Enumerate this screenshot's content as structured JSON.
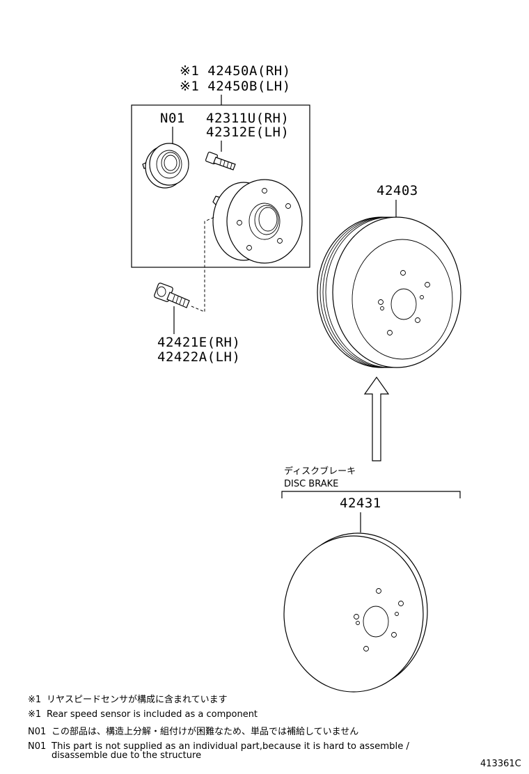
{
  "labels": {
    "hub_assy_rh": "※1 42450A(RH)",
    "hub_assy_lh": "※1 42450B(LH)",
    "n01": "N01",
    "bolt_hub_rh": "42311U(RH)",
    "bolt_hub_lh": "42312E(LH)",
    "bolt_rh": "42421E(RH)",
    "bolt_lh": "42422A(LH)",
    "drum": "42403",
    "disc_brake_jp": "ディスクブレーキ",
    "disc_brake_en": "DISC BRAKE",
    "disc": "42431"
  },
  "notes": [
    {
      "mark": "※1",
      "text": "リヤスピードセンサが構成に含まれています"
    },
    {
      "mark": "※1",
      "text": "Rear speed sensor is included as a component"
    },
    {
      "mark": "N01",
      "text": "この部品は、構造上分解・組付けが困難なため、単品では補給していません"
    },
    {
      "mark": "N01",
      "text": "This part is not supplied as an individual part,because it is hard to assemble /"
    },
    {
      "mark": "",
      "text": "disassemble due to the structure"
    }
  ],
  "figure_id": "413361C"
}
